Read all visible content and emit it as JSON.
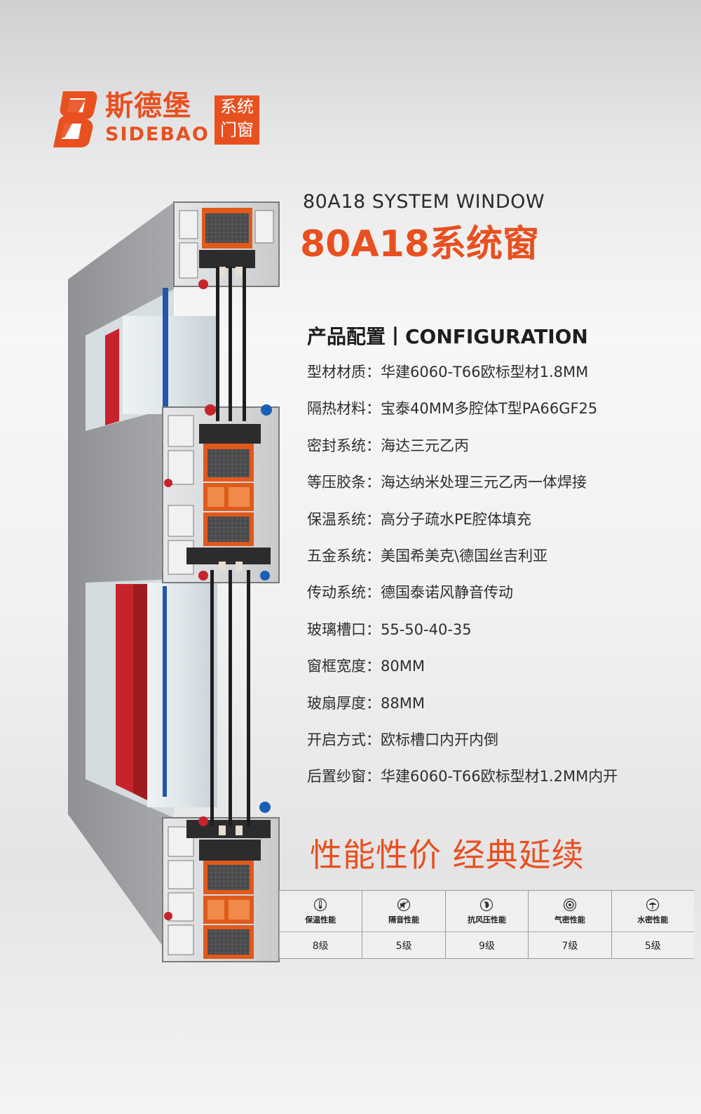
{
  "brand": {
    "mark": "8",
    "name_cn": "斯德堡",
    "name_en": "SIDEBAO",
    "tag_line1": "系统",
    "tag_line2": "门窗"
  },
  "product": {
    "title_en": "80A18 SYSTEM WINDOW",
    "title_cn": "80A18系统窗"
  },
  "config": {
    "heading": "产品配置丨CONFIGURATION",
    "items": [
      "型材材质：华建6060-T66欧标型材1.8MM",
      "隔热材料：宝泰40MM多腔体T型PA66GF25",
      "密封系统：海达三元乙丙",
      "等压胶条：海达纳米处理三元乙丙一体焊接",
      "保温系统：高分子疏水PE腔体填充",
      "五金系统：美国希美克\\德国丝吉利亚",
      "传动系统：德国泰诺风静音传动",
      "玻璃槽口：55-50-40-35",
      "窗框宽度：80MM",
      "玻扇厚度：88MM",
      "开启方式：欧标槽口内开内倒",
      "后置纱窗：华建6060-T66欧标型材1.2MM内开"
    ]
  },
  "slogan": "性能性价 经典延续",
  "performance": [
    {
      "label": "保温性能",
      "value": "8级",
      "icon": "thermometer-icon"
    },
    {
      "label": "隔音性能",
      "value": "5级",
      "icon": "sound-off-icon"
    },
    {
      "label": "抗风压性能",
      "value": "9级",
      "icon": "wind-icon"
    },
    {
      "label": "气密性能",
      "value": "7级",
      "icon": "seal-icon"
    },
    {
      "label": "水密性能",
      "value": "5级",
      "icon": "umbrella-icon"
    }
  ],
  "colors": {
    "accent": "#e8501f",
    "profile_grey": "#a5a7aa",
    "thermal_break": "#e05a1c",
    "seal_red": "#c6242a",
    "seal_blue": "#1a5fb4"
  }
}
